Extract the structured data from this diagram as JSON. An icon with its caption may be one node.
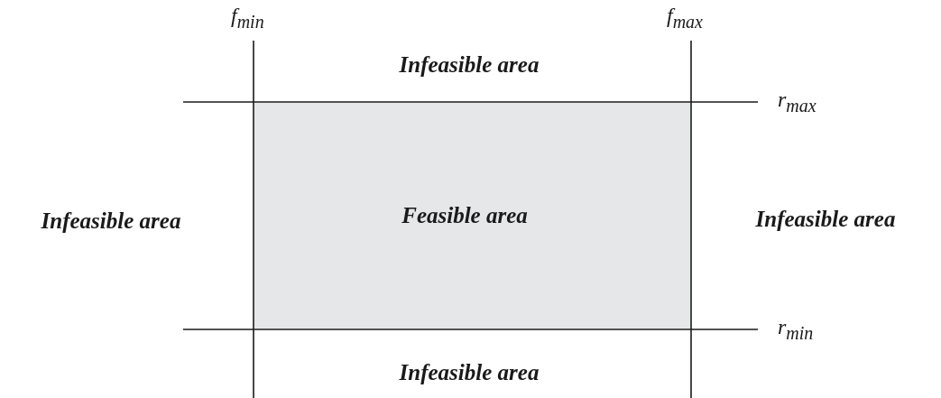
{
  "diagram": {
    "nodes": [
      {
        "text": [
          "Feasible area"
        ]
      }
    ],
    "labels": [
      "f$_{min}$",
      "f$_{max}$",
      "Infeasible area",
      "r$_{max}$",
      "Infeasible area",
      "Infeasible area",
      "r$_{min}$",
      "Infeasible area"
    ]
  }
}
